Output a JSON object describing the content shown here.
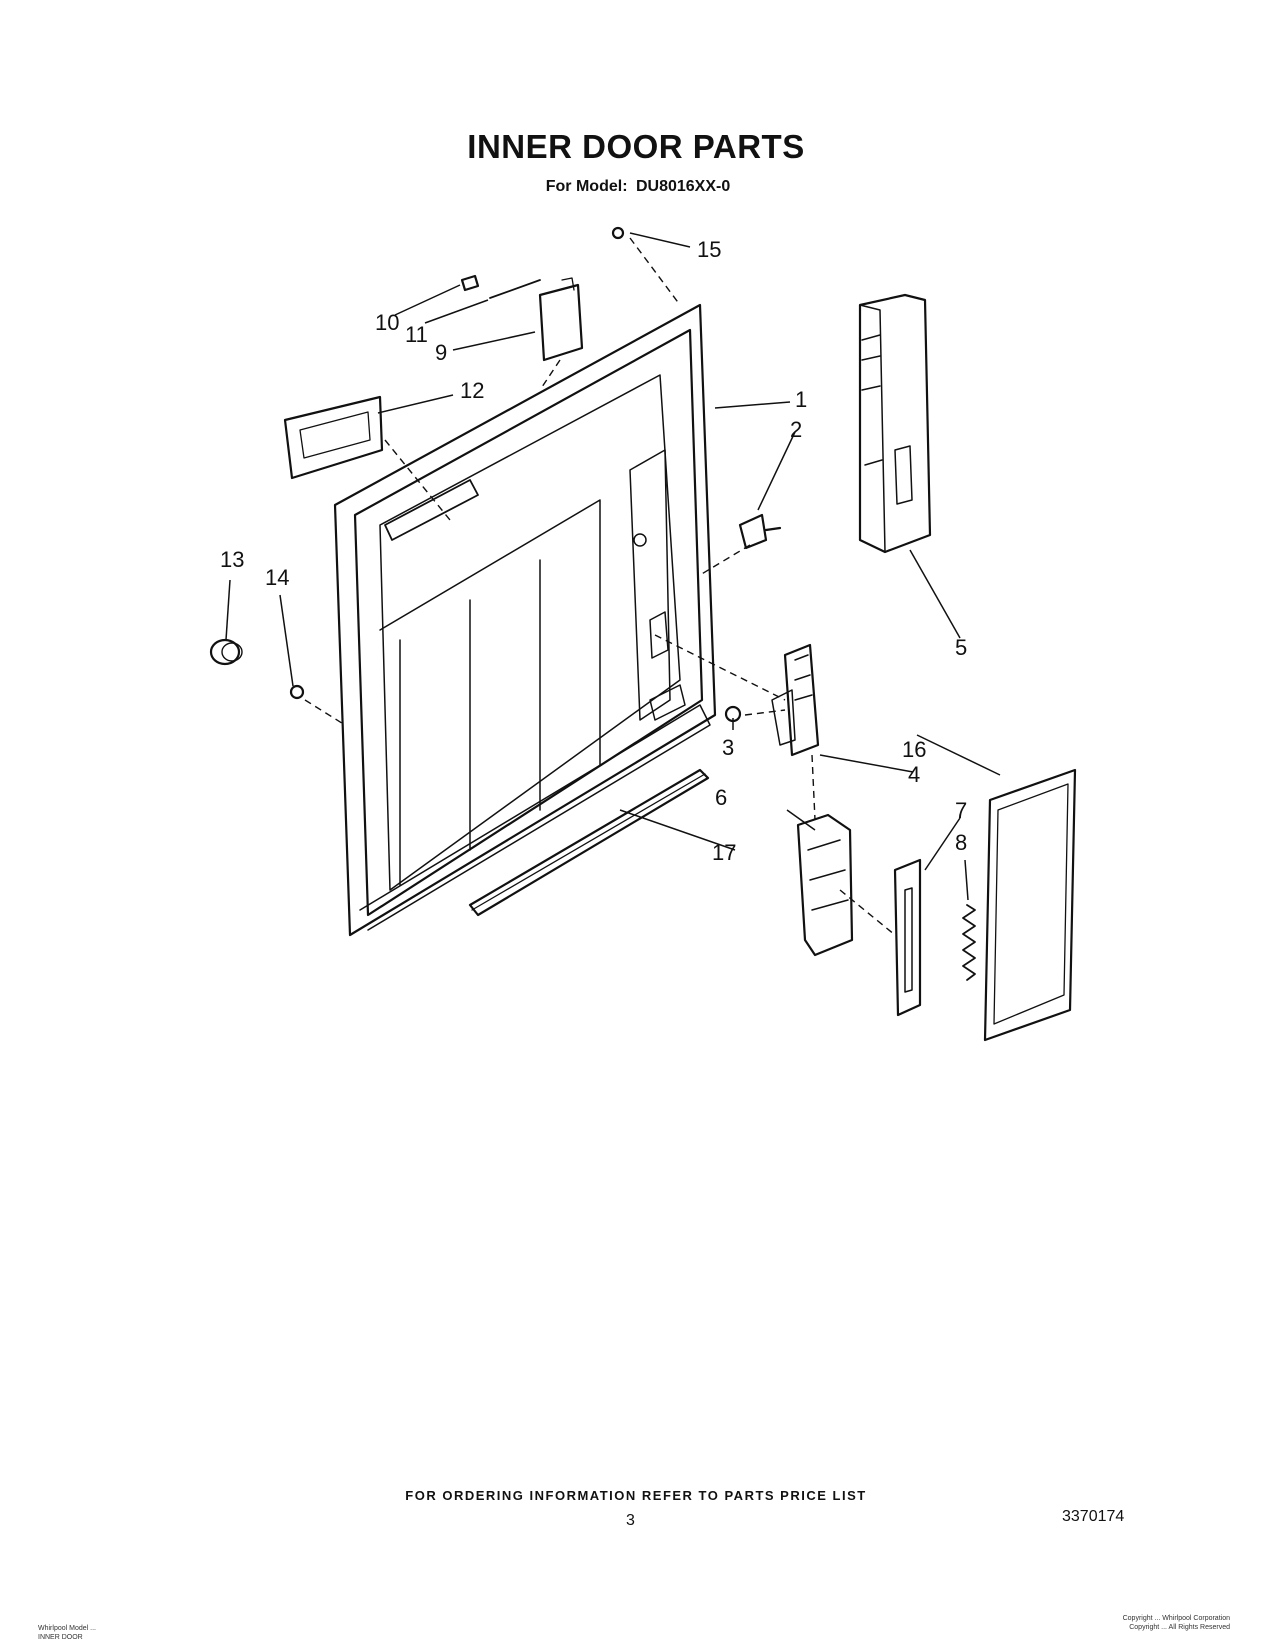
{
  "header": {
    "title": "INNER DOOR PARTS",
    "model_label": "For Model:",
    "model_number": "DU8016XX-0"
  },
  "callouts": [
    "1",
    "2",
    "3",
    "4",
    "5",
    "6",
    "7",
    "8",
    "9",
    "10",
    "11",
    "12",
    "13",
    "14",
    "15",
    "16",
    "17"
  ],
  "footer": {
    "ordering_note": "FOR ORDERING INFORMATION REFER TO PARTS PRICE LIST",
    "page_number": "3",
    "document_number": "3370174",
    "left_fine_print": [
      "Whirlpool Model ...",
      "INNER DOOR"
    ],
    "right_fine_print": [
      "Copyright ... Whirlpool Corporation",
      "Copyright ... All Rights Reserved"
    ]
  }
}
